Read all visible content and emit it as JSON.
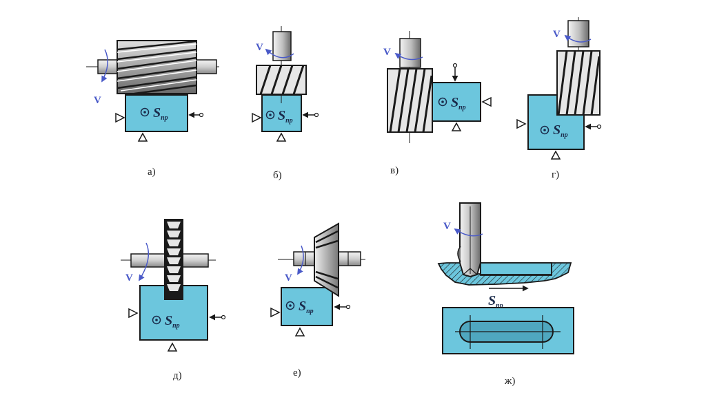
{
  "title": "Schemes of gear and slot milling (cutter setups)",
  "colors": {
    "table_fill": "#6cc6dd",
    "outline": "#1a1a1a",
    "rotation_arrow": "#4a5ac8",
    "cutter_light": "#e8e8e8",
    "cutter_dark": "#555555"
  },
  "symbols": {
    "velocity": "V",
    "feed_main": "S",
    "feed_sub": "пр",
    "feed_direction_marker": "⊙"
  },
  "panels": [
    {
      "id": "a",
      "caption": "а)",
      "tool": "horizontal helical cylindrical cutter"
    },
    {
      "id": "b",
      "caption": "б)",
      "tool": "vertical helical cutter above table"
    },
    {
      "id": "v",
      "caption": "в)",
      "tool": "vertical helical cutter beside table"
    },
    {
      "id": "g",
      "caption": "г)",
      "tool": "vertical helical cutter at table corner"
    },
    {
      "id": "d",
      "caption": "д)",
      "tool": "disk gear cutter on horizontal arbor"
    },
    {
      "id": "e",
      "caption": "е)",
      "tool": "conical (angle) cutter on horizontal arbor"
    },
    {
      "id": "zh",
      "caption": "ж)",
      "tool": "end mill cutting a slot"
    }
  ]
}
